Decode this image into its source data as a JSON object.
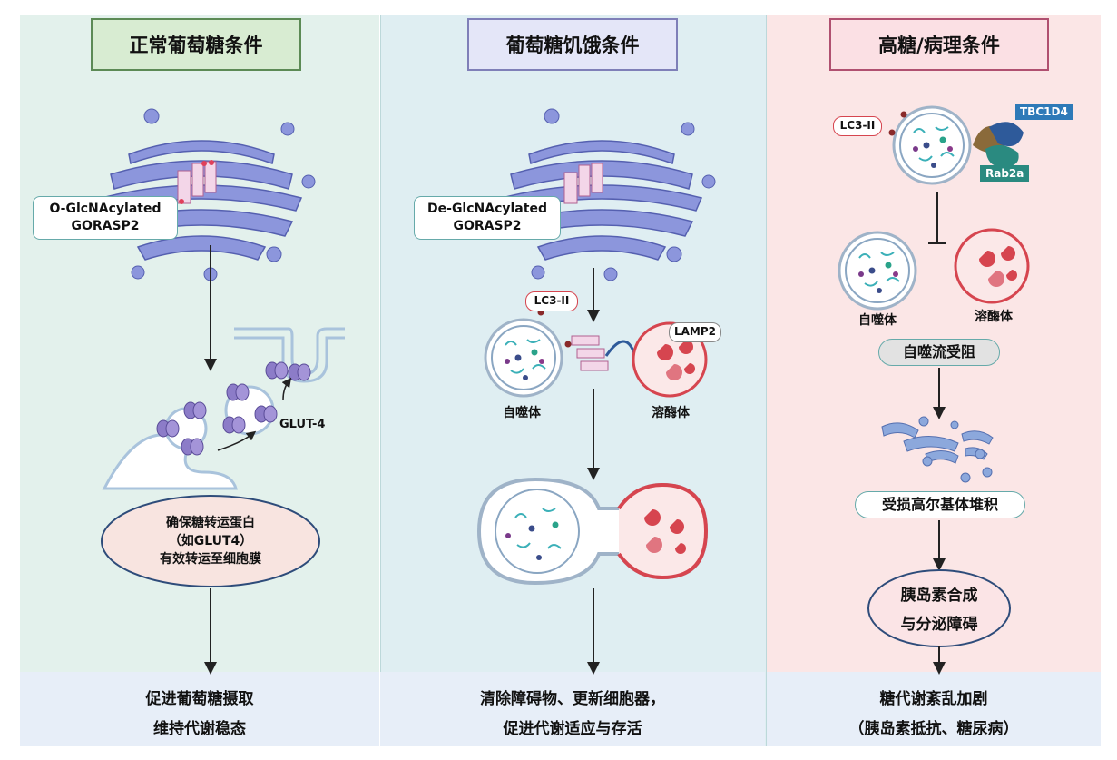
{
  "panels": [
    {
      "title": "正常葡萄糖条件",
      "title_colors": {
        "bg": "#d8ecd2",
        "border": "#5c8a55"
      },
      "golgi_label": [
        "O-GlcNAcylated",
        "GORASP2"
      ],
      "glut_label": "GLUT-4",
      "oval_lines": [
        "确保糖转运蛋白",
        "（如GLUT4）",
        "有效转运至细胞膜"
      ],
      "footer": [
        "促进葡萄糖摄取",
        "维持代谢稳态"
      ]
    },
    {
      "title": "葡萄糖饥饿条件",
      "title_colors": {
        "bg": "#e4e6f8",
        "border": "#7f7fb8"
      },
      "golgi_label": [
        "De-GlcNAcylated",
        "GORASP2"
      ],
      "lc3": "LC3-II",
      "lamp": "LAMP2",
      "autophagosome": "自噬体",
      "lysosome": "溶酶体",
      "footer": [
        "清除障碍物、更新细胞器，",
        "促进代谢适应与存活"
      ]
    },
    {
      "title": "高糖/病理条件",
      "title_colors": {
        "bg": "#fbe0e4",
        "border": "#b05070"
      },
      "lc3": "LC3-II",
      "tbc": "TBC1D4",
      "rab": "Rab2a",
      "autophagosome": "自噬体",
      "lysosome": "溶酶体",
      "step1": "自噬流受阻",
      "step2": "受损高尔基体堆积",
      "step3": [
        "胰岛素合成",
        "与分泌障碍"
      ],
      "footer": [
        "糖代谢紊乱加剧",
        "（胰岛素抵抗、糖尿病）"
      ]
    }
  ],
  "colors": {
    "golgi": "#8c96dc",
    "golgi_stroke": "#5560b0",
    "lyso_red": "#d6454f",
    "vesicle_blue": "#a9c3dc",
    "arrow": "#222222"
  }
}
